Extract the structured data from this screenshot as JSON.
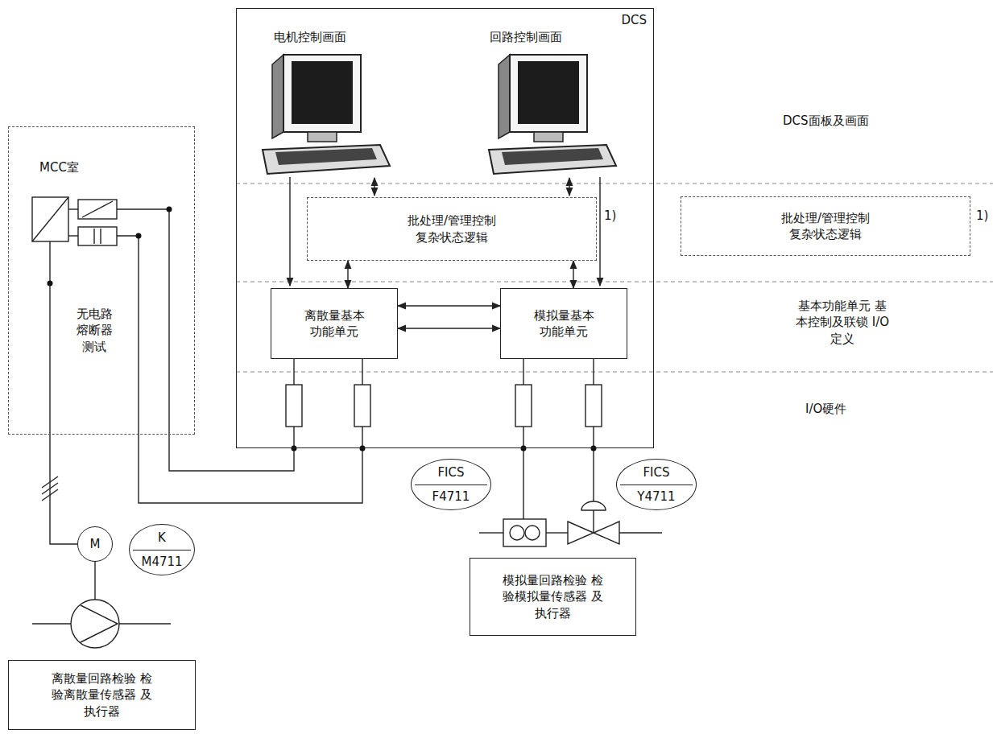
{
  "diagram": {
    "nodes": [
      {
        "text": [
          "DCS"
        ]
      },
      {
        "text": [
          "批处理/管理控制 复杂状态逻辑"
        ],
        "in": 0
      },
      {
        "text": [
          "离散量基本 功能单元"
        ],
        "in": 0
      },
      {
        "text": [
          "模拟量基本 功能单元"
        ],
        "in": 0
      },
      {
        "text": [
          "批处理/管理控制 复杂状态逻辑"
        ]
      },
      {
        "text": [
          "MCC室",
          "无电路 熔断器 测试"
        ]
      },
      {
        "text": [
          "M"
        ]
      },
      {
        "text": [
          "K",
          "M4711"
        ]
      },
      {
        "text": [
          "FICS",
          "F4711"
        ]
      },
      {
        "text": [
          "FICS",
          "Y4711"
        ]
      },
      {
        "text": [
          "模拟量回路检验 检验模拟量传感器 及执行器"
        ]
      },
      {
        "text": [
          "离散量回路检验 检验离散量传感器 及执行器"
        ]
      }
    ],
    "edges": [
      {
        "from": 1,
        "to": 2,
        "arrow": "both"
      },
      {
        "from": 1,
        "to": 3,
        "arrow": "both"
      },
      {
        "from": 2,
        "to": 3,
        "arrow": "both"
      },
      {
        "from": 2,
        "to": 3,
        "arrow": "both"
      },
      {
        "from": 5,
        "to": 6,
        "arrow": "none"
      }
    ],
    "labels": [
      "电机控制画面",
      "回路控制画面",
      "DCS面板及画面",
      "1)",
      "1)",
      "基本功能单元 基本控制及联锁 I/O定义",
      "I/O硬件"
    ]
  }
}
